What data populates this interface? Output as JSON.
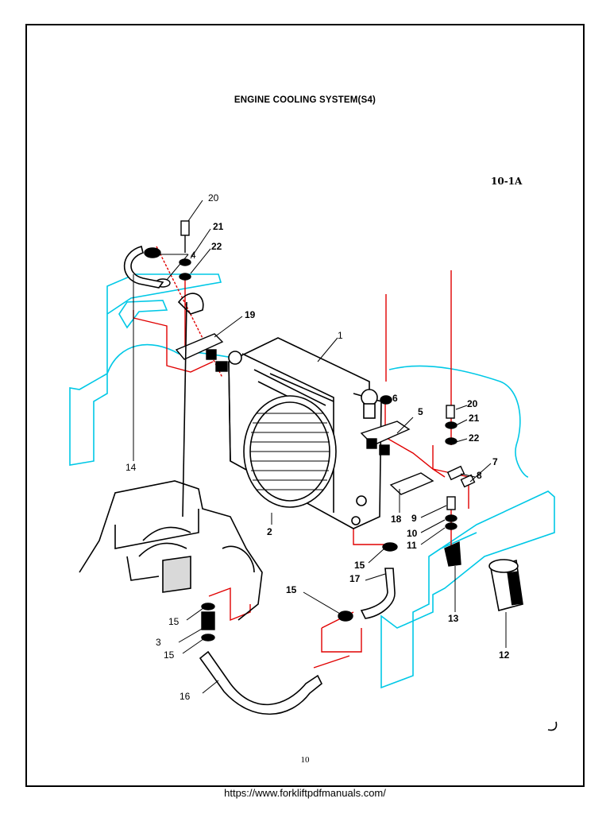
{
  "title": "ENGINE COOLING SYSTEM(S4)",
  "figure_code": "10-1A",
  "page_number": "10",
  "footer_url": "https://www.forkliftpdfmanuals.com/",
  "colors": {
    "hose_route": "#e00000",
    "frame_outline": "#00c8e6",
    "ink": "#000000"
  },
  "callouts": [
    {
      "id": "c1",
      "label": "1"
    },
    {
      "id": "c2",
      "label": "2"
    },
    {
      "id": "c3",
      "label": "3"
    },
    {
      "id": "c4",
      "label": "4"
    },
    {
      "id": "c5",
      "label": "5"
    },
    {
      "id": "c6",
      "label": "6"
    },
    {
      "id": "c7",
      "label": "7"
    },
    {
      "id": "c8",
      "label": "8"
    },
    {
      "id": "c9",
      "label": "9"
    },
    {
      "id": "c10",
      "label": "10"
    },
    {
      "id": "c11",
      "label": "11"
    },
    {
      "id": "c12",
      "label": "12"
    },
    {
      "id": "c13",
      "label": "13"
    },
    {
      "id": "c14",
      "label": "14"
    },
    {
      "id": "c15a",
      "label": "15"
    },
    {
      "id": "c15b",
      "label": "15"
    },
    {
      "id": "c15c",
      "label": "15"
    },
    {
      "id": "c15d",
      "label": "15"
    },
    {
      "id": "c16",
      "label": "16"
    },
    {
      "id": "c17",
      "label": "17"
    },
    {
      "id": "c18",
      "label": "18"
    },
    {
      "id": "c19",
      "label": "19"
    },
    {
      "id": "c20a",
      "label": "20"
    },
    {
      "id": "c20b",
      "label": "20"
    },
    {
      "id": "c21a",
      "label": "21"
    },
    {
      "id": "c21b",
      "label": "21"
    },
    {
      "id": "c22a",
      "label": "22"
    },
    {
      "id": "c22b",
      "label": "22"
    }
  ]
}
